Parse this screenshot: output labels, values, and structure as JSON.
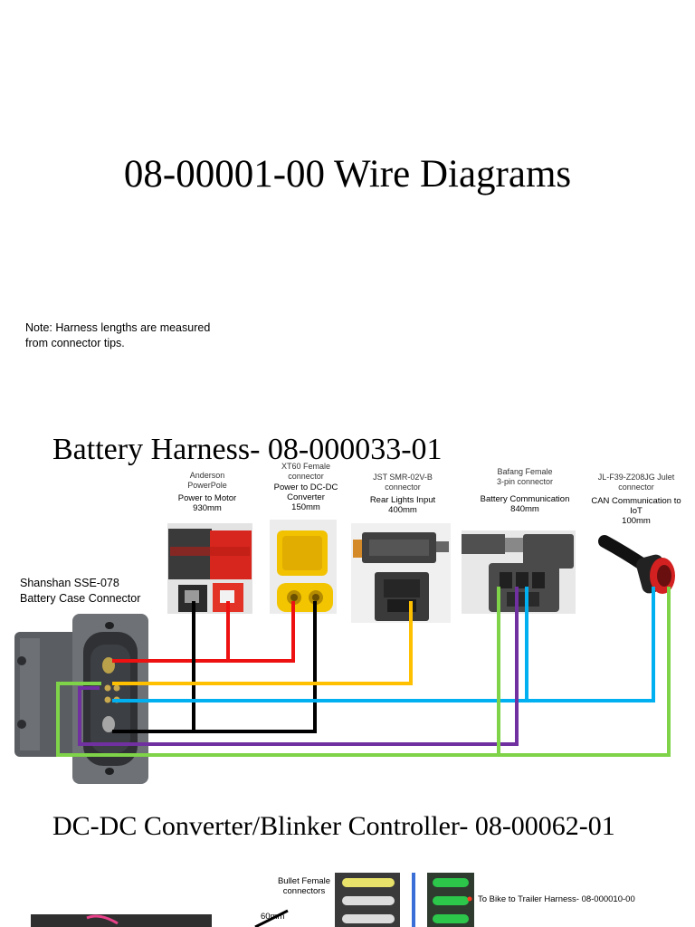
{
  "title": "08-00001-00 Wire Diagrams",
  "note": "Note: Harness lengths are measured from connector tips.",
  "battery_harness": {
    "title": "Battery Harness- 08-000033-01",
    "case_connector": {
      "name_line1": "Shanshan SSE-078",
      "name_line2": "Battery Case Connector"
    },
    "connectors": [
      {
        "name_l1": "Anderson",
        "name_l2": "PowerPole",
        "function": "Power to Motor",
        "length": "930mm"
      },
      {
        "name_l1": "XT60 Female",
        "name_l2": "connector",
        "function": "Power to DC-DC Converter",
        "length": "150mm"
      },
      {
        "name_l1": "JST SMR-02V-B",
        "name_l2": "connector",
        "function": "Rear Lights Input",
        "length": "400mm"
      },
      {
        "name_l1": "Bafang Female",
        "name_l2": "3-pin connector",
        "function": "Battery Communication",
        "length": "840mm"
      },
      {
        "name_l1": "JL-F39-Z208JG Julet",
        "name_l2": "connector",
        "function": "CAN Communication to IoT",
        "length": "100mm"
      }
    ],
    "wire_colors": {
      "red": "#ee1111",
      "black": "#000000",
      "yellow": "#ffc000",
      "blue": "#00b0f0",
      "purple": "#7030a0",
      "green": "#7ed348"
    }
  },
  "dcdc": {
    "title": "DC-DC Converter/Blinker Controller- 08-00062-01",
    "bullet_label": "Bullet Female connectors",
    "length_label": "60mm",
    "trailer_label": "To Bike to Trailer Harness- 08-000010-00"
  }
}
